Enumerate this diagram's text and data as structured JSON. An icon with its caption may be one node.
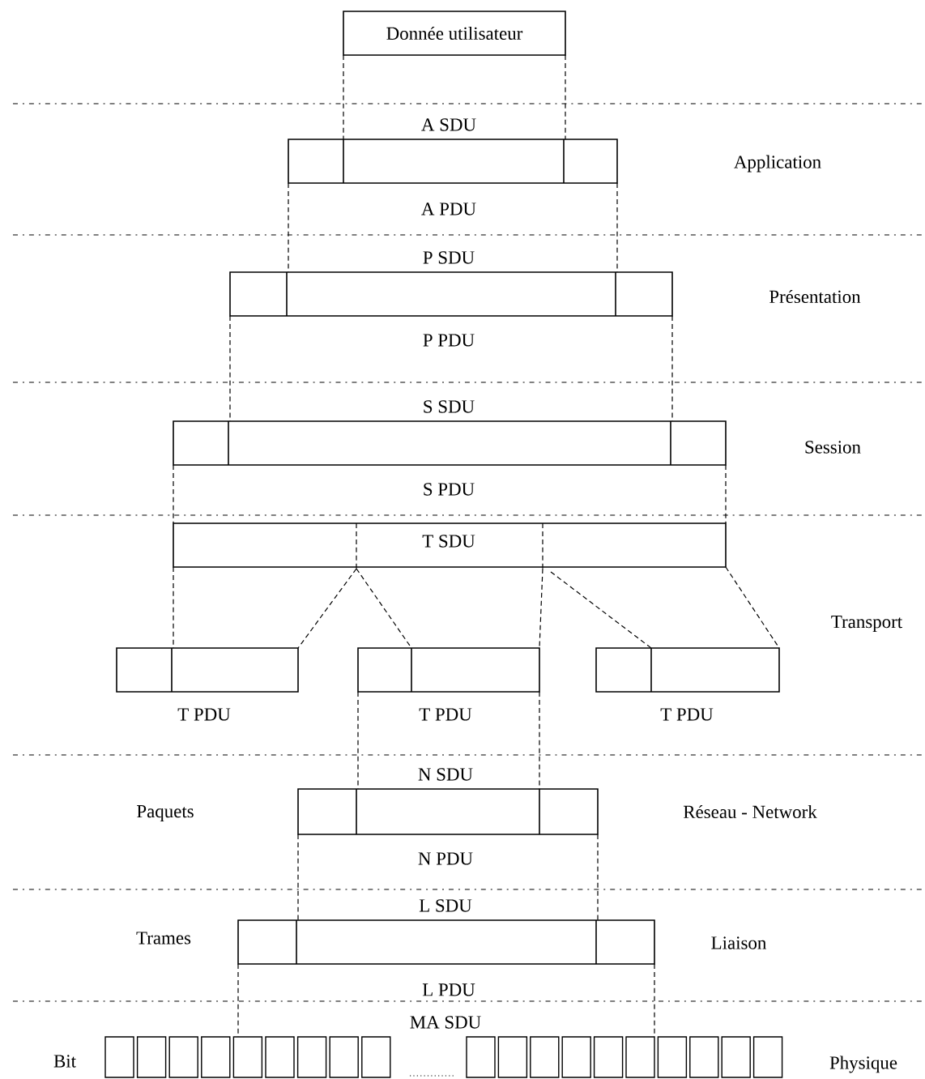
{
  "diagram": {
    "nodes": [
      {
        "text": [
          "Donnée utilisateur"
        ]
      }
    ],
    "labels": [
      "A SDU",
      "Application",
      "A PDU",
      "P SDU",
      "Présentation",
      "P PDU",
      "S SDU",
      "Session",
      "S PDU",
      "T SDU",
      "Transport",
      "T PDU",
      "T PDU",
      "T PDU",
      "N SDU",
      "Paquets",
      "Réseau - Network",
      "N PDU",
      "L SDU",
      "Trames",
      "Liaison",
      "L PDU",
      "MA SDU",
      "Bit",
      "Physique"
    ]
  }
}
